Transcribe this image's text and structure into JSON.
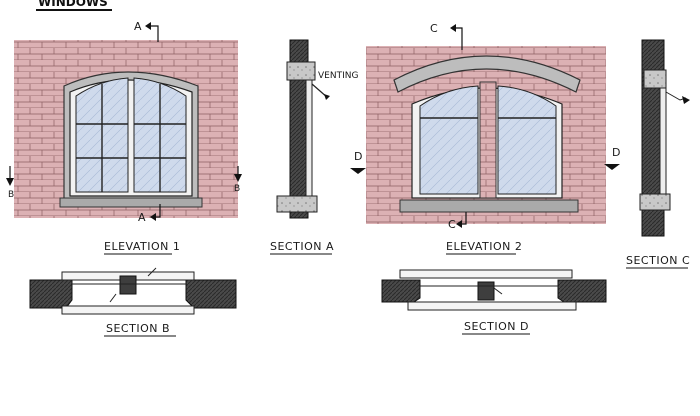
{
  "sheet": {
    "title": "WINDOWS"
  },
  "labels": {
    "elevation_1": "ELEVATION 1",
    "elevation_2": "ELEVATION 2",
    "section_a": "SECTION A",
    "section_b": "SECTION B",
    "section_c": "SECTION C",
    "section_d": "SECTION D",
    "venting": "VENTING"
  },
  "markers": {
    "a_top": "A",
    "a_bottom": "A",
    "b_left": "B",
    "b_right": "B",
    "c_top": "C",
    "c_bottom": "C",
    "d_left": "D",
    "d_right": "D"
  },
  "colors": {
    "brick": "#c98a8e",
    "brick_light": "#e3bcbe",
    "glass": "#c9d6ea",
    "stone": "#bdbdbd",
    "ink": "#1a1a1a",
    "dark_wall": "#555555"
  }
}
